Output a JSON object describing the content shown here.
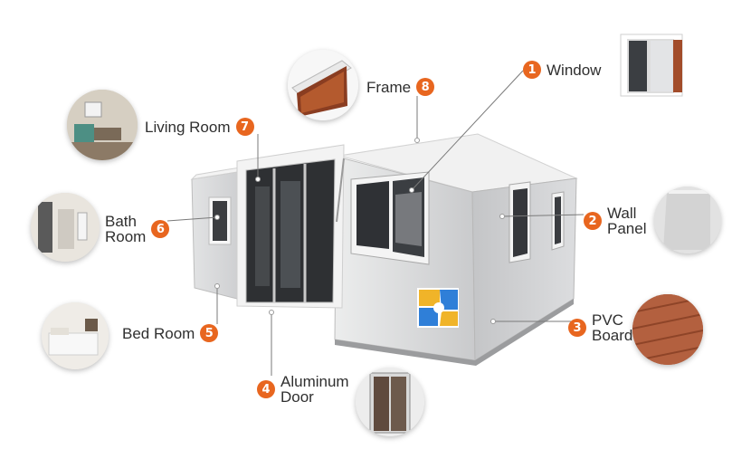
{
  "callouts": [
    {
      "id": "window",
      "number": "1",
      "lines": [
        "Window"
      ]
    },
    {
      "id": "wall-panel",
      "number": "2",
      "lines": [
        "Wall",
        "Panel"
      ]
    },
    {
      "id": "pvc-board",
      "number": "3",
      "lines": [
        "PVC",
        "Board"
      ]
    },
    {
      "id": "aluminum-door",
      "number": "4",
      "lines": [
        "Aluminum",
        "Door"
      ]
    },
    {
      "id": "bed-room",
      "number": "5",
      "lines": [
        "Bed Room"
      ]
    },
    {
      "id": "bath-room",
      "number": "6",
      "lines": [
        "Bath",
        "Room"
      ]
    },
    {
      "id": "living-room",
      "number": "7",
      "lines": [
        "Living Room"
      ]
    },
    {
      "id": "frame",
      "number": "8",
      "lines": [
        "Frame"
      ]
    }
  ],
  "colors": {
    "accent": "#e8661f",
    "leader": "#7a7a7a",
    "wall": "#d9dadc",
    "frame": "#f4f4f4"
  },
  "icons": [
    "window-thumbnail",
    "wall-panel-thumbnail",
    "pvc-board-thumbnail",
    "aluminum-door-thumbnail",
    "bed-room-thumbnail",
    "bath-room-thumbnail",
    "living-room-thumbnail",
    "frame-thumbnail",
    "logo-icon"
  ]
}
